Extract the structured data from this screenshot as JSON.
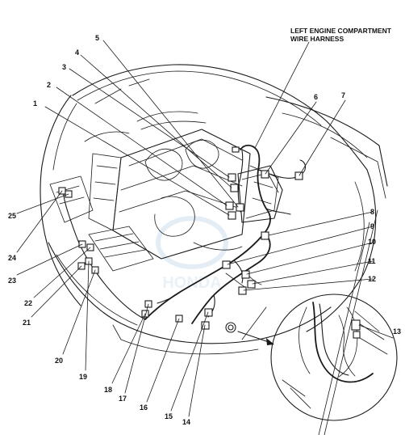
{
  "harness_title_line1": "LEFT ENGINE COMPARTMENT",
  "harness_title_line2": "WIRE HARNESS",
  "callouts": [
    "1",
    "2",
    "3",
    "4",
    "5",
    "6",
    "7",
    "8",
    "9",
    "10",
    "11",
    "12",
    "13",
    "14",
    "15",
    "16",
    "17",
    "18",
    "19",
    "20",
    "21",
    "22",
    "23",
    "24",
    "25"
  ],
  "watermark": "HONDA",
  "colors": {
    "line": "#1a1a1a",
    "background": "#ffffff",
    "watermark": "#d8e6f2"
  }
}
